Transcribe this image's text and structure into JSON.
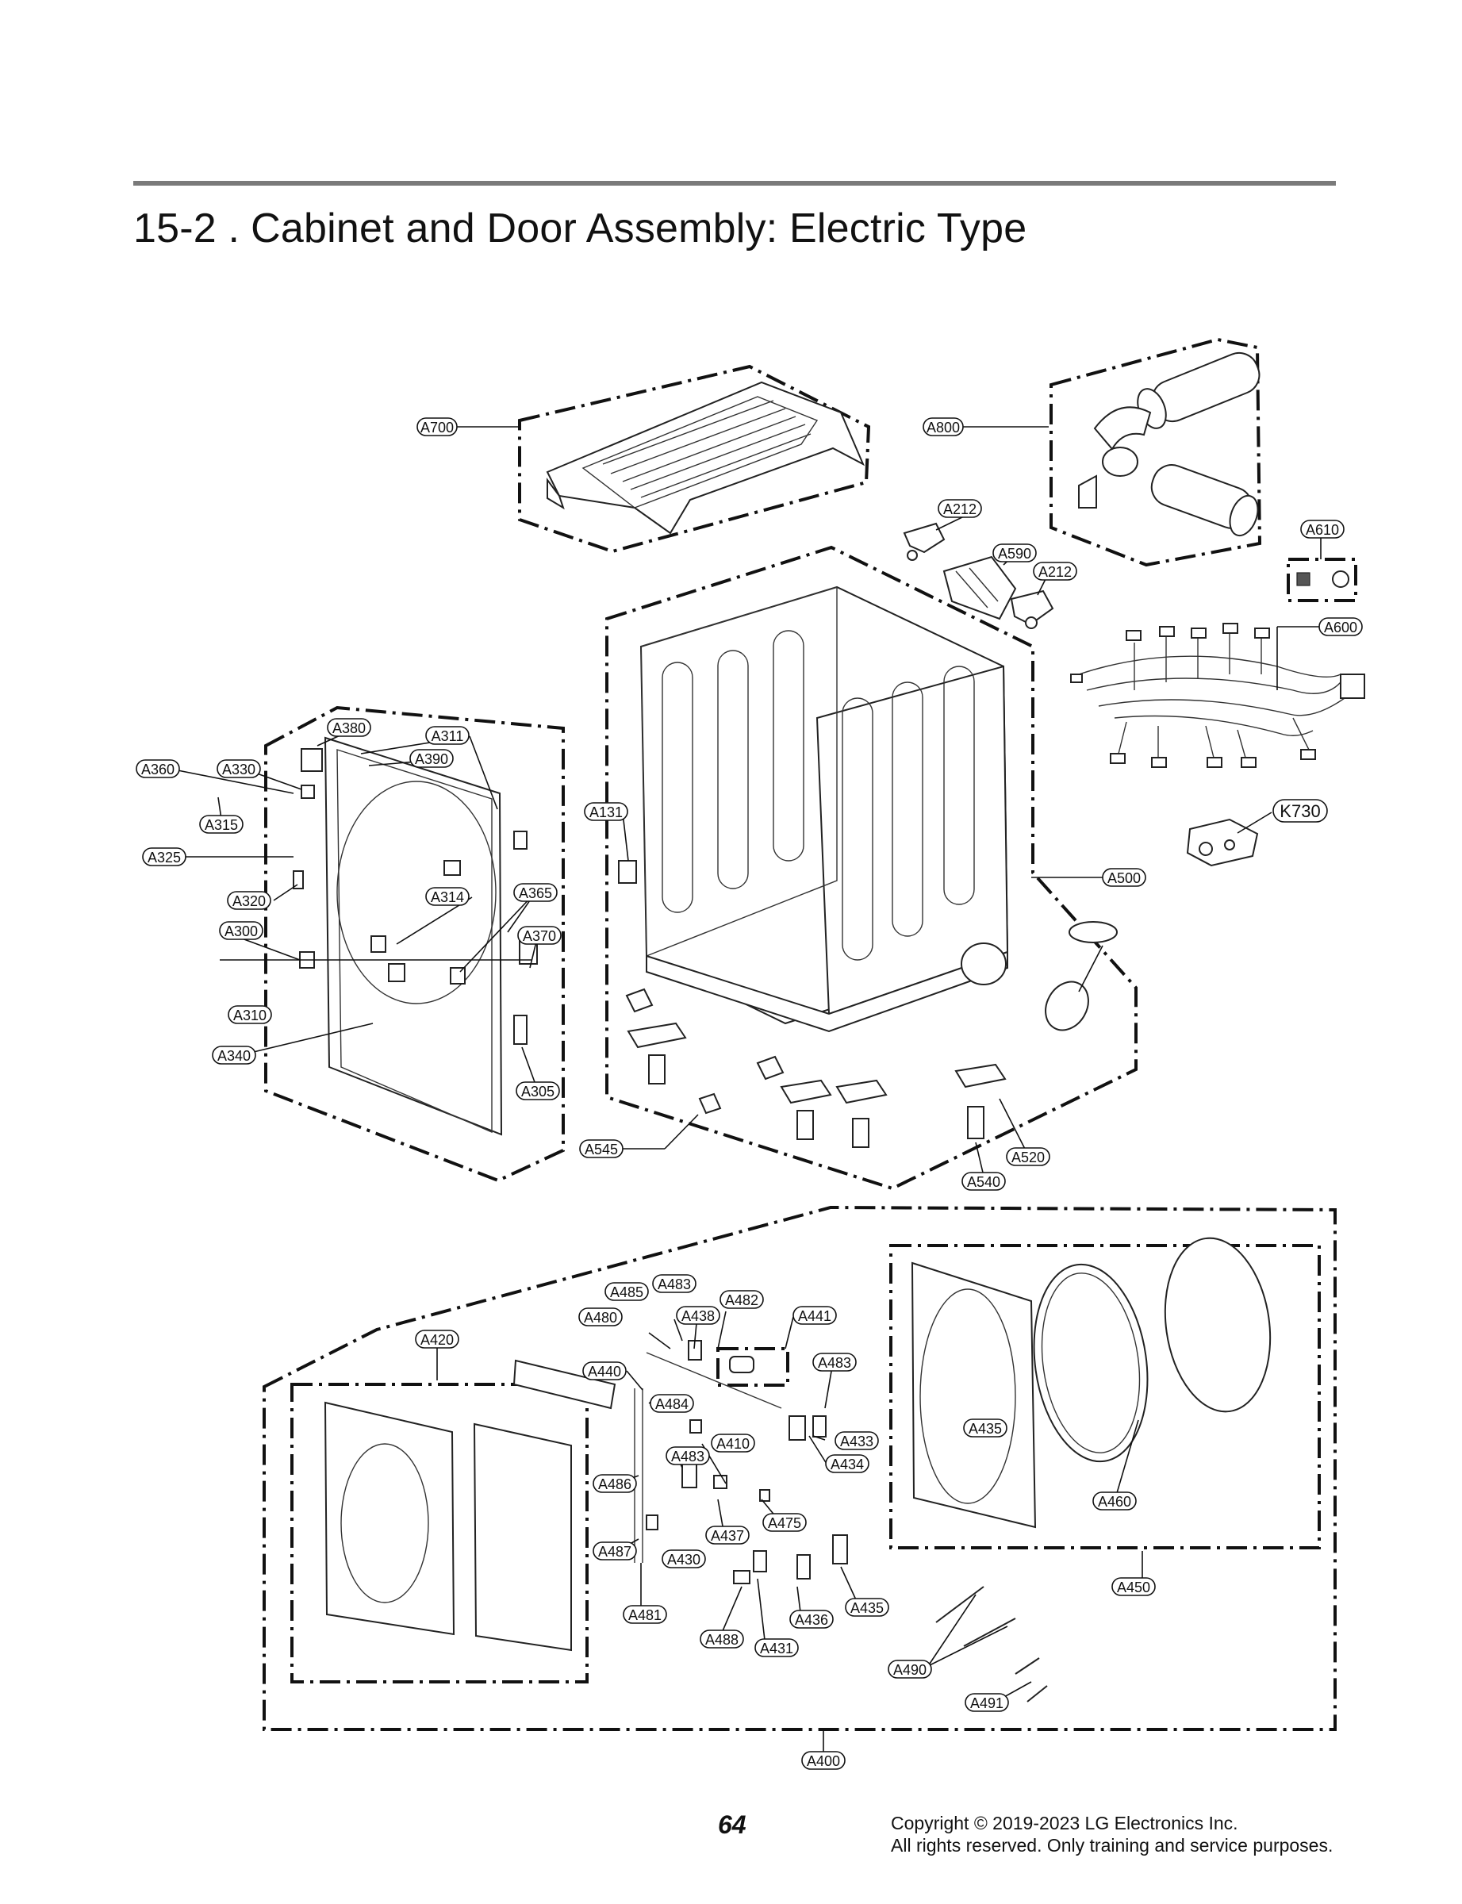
{
  "header": {
    "section_number": "15-2 .",
    "title": "Cabinet and Door Assembly: Electric Type"
  },
  "footer": {
    "page_number": "64",
    "copyright_line1": "Copyright © 2019-2023 LG Electronics Inc.",
    "copyright_line2": "All rights reserved. Only training and service purposes."
  },
  "parts": {
    "a700": "A700",
    "a800": "A800",
    "a212_top": "A212",
    "a590": "A590",
    "a212_right": "A212",
    "a610": "A610",
    "a600": "A600",
    "k730": "K730",
    "a500": "A500",
    "a131": "A131",
    "a380": "A380",
    "a311": "A311",
    "a390": "A390",
    "a360": "A360",
    "a330": "A330",
    "a315": "A315",
    "a325": "A325",
    "a320": "A320",
    "a314": "A314",
    "a365": "A365",
    "a300": "A300",
    "a370": "A370",
    "a310": "A310",
    "a340": "A340",
    "a305": "A305",
    "a545": "A545",
    "a520": "A520",
    "a540": "A540",
    "a485": "A485",
    "a483_top": "A483",
    "a482": "A482",
    "a480": "A480",
    "a438": "A438",
    "a441": "A441",
    "a420": "A420",
    "a483_right": "A483",
    "a440": "A440",
    "a484": "A484",
    "a410": "A410",
    "a433": "A433",
    "a435_inner": "A435",
    "a483_mid": "A483",
    "a434": "A434",
    "a486": "A486",
    "a460": "A460",
    "a437": "A437",
    "a475": "A475",
    "a487": "A487",
    "a430": "A430",
    "a450": "A450",
    "a435_lower": "A435",
    "a481": "A481",
    "a436": "A436",
    "a488": "A488",
    "a431": "A431",
    "a490": "A490",
    "a491": "A491",
    "a400": "A400"
  }
}
